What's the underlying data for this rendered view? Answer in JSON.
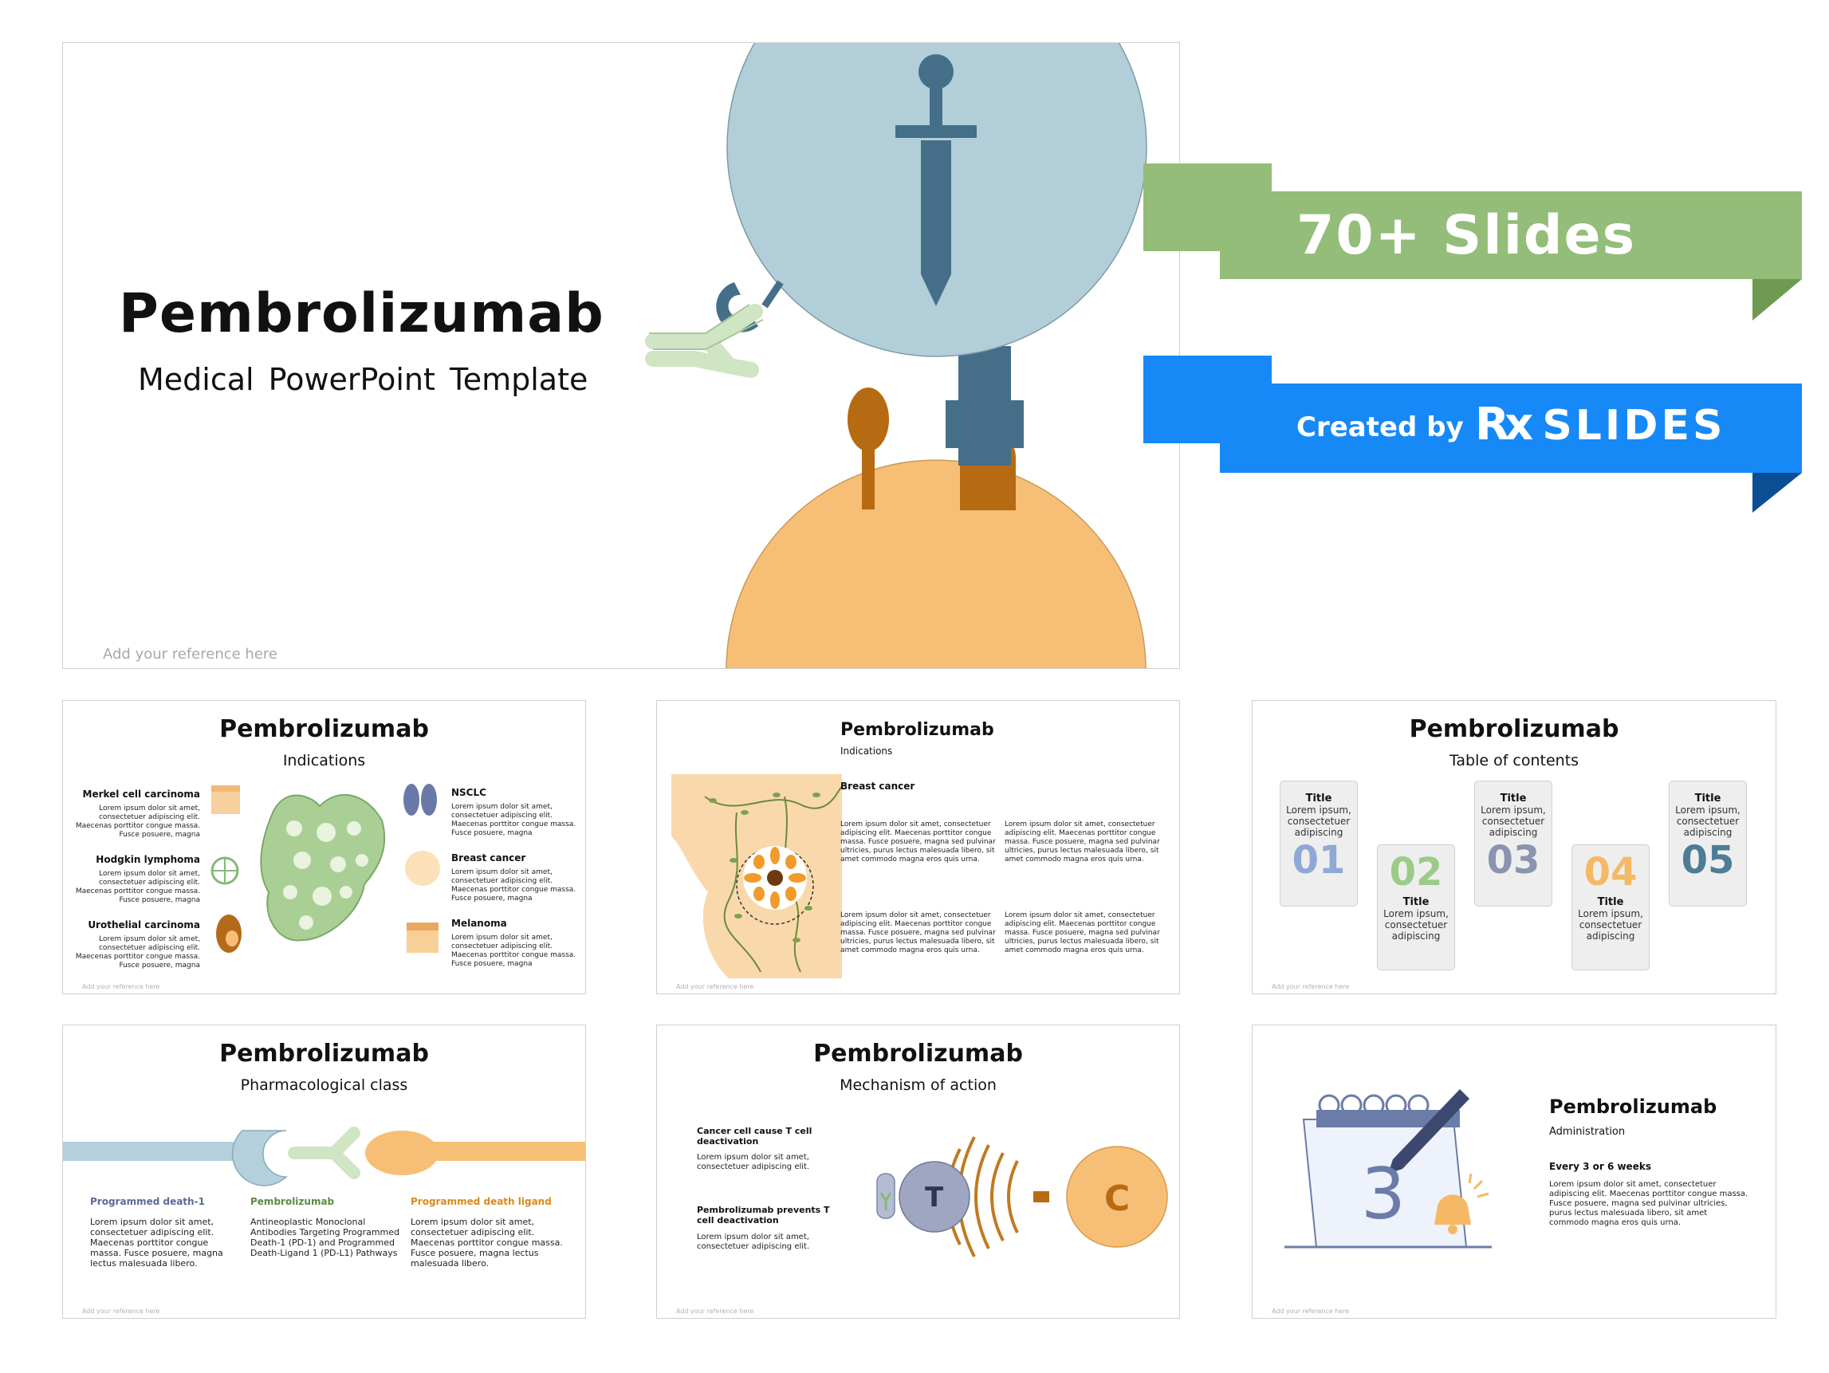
{
  "hero": {
    "title": "Pembrolizumab",
    "subtitle": "Medical PowerPoint Template",
    "reference": "Add your reference here"
  },
  "banner_slides": {
    "text": "70+ Slides",
    "color": "#93bd78",
    "shadow": "#6e9a52"
  },
  "banner_created": {
    "text": "Created by",
    "logo_rx": "Rx",
    "logo_text": "SLIDES",
    "color": "#1689f7",
    "shadow": "#0c4e93"
  },
  "thumb_indications": {
    "title": "Pembrolizumab",
    "subtitle": "Indications",
    "reference": "Add your reference here",
    "left": [
      {
        "name": "Merkel cell carcinoma",
        "text": "Lorem ipsum dolor sit amet, consectetuer adipiscing elit. Maecenas porttitor congue massa. Fusce posuere, magna"
      },
      {
        "name": "Hodgkin lymphoma",
        "text": "Lorem ipsum dolor sit amet, consectetuer adipiscing elit. Maecenas porttitor congue massa. Fusce posuere, magna"
      },
      {
        "name": "Urothelial carcinoma",
        "text": "Lorem ipsum dolor sit amet, consectetuer adipiscing elit. Maecenas porttitor congue massa. Fusce posuere, magna"
      }
    ],
    "right": [
      {
        "name": "NSCLC",
        "text": "Lorem ipsum dolor sit amet, consectetuer adipiscing elit. Maecenas porttitor congue massa. Fusce posuere, magna"
      },
      {
        "name": "Breast cancer",
        "text": "Lorem ipsum dolor sit amet, consectetuer adipiscing elit. Maecenas porttitor congue massa. Fusce posuere, magna"
      },
      {
        "name": "Melanoma",
        "text": "Lorem ipsum dolor sit amet, consectetuer adipiscing elit. Maecenas porttitor congue massa. Fusce posuere, magna"
      }
    ]
  },
  "thumb_breast": {
    "title": "Pembrolizumab",
    "subtitle": "Indications",
    "heading": "Breast cancer",
    "reference": "Add your reference here",
    "p1": "Lorem ipsum dolor sit amet, consectetuer adipiscing elit. Maecenas porttitor congue massa. Fusce posuere, magna sed pulvinar ultricies, purus lectus malesuada libero, sit amet commodo magna eros quis urna.",
    "p2": "Lorem ipsum dolor sit amet, consectetuer adipiscing elit. Maecenas porttitor congue massa. Fusce posuere, magna sed pulvinar ultricies, purus lectus malesuada libero, sit amet commodo magna eros quis urna.",
    "p3": "Lorem ipsum dolor sit amet, consectetuer adipiscing elit. Maecenas porttitor congue massa. Fusce posuere, magna sed pulvinar ultricies, purus lectus malesuada libero, sit amet commodo magna eros quis urna.",
    "p4": "Lorem ipsum dolor sit amet, consectetuer adipiscing elit. Maecenas porttitor congue massa. Fusce posuere, magna sed pulvinar ultricies, purus lectus malesuada libero, sit amet commodo magna eros quis urna."
  },
  "thumb_toc": {
    "title": "Pembrolizumab",
    "subtitle": "Table of contents",
    "reference": "Add your reference here",
    "cards": [
      {
        "title": "Title",
        "text": "Lorem ipsum, consectetuer adipiscing",
        "number": "01",
        "color": "#8fa8d6"
      },
      {
        "title": "Title",
        "text": "Lorem ipsum, consectetuer adipiscing",
        "number": "02",
        "color": "#9ccb88"
      },
      {
        "title": "Title",
        "text": "Lorem ipsum, consectetuer adipiscing",
        "number": "03",
        "color": "#8a94ae"
      },
      {
        "title": "Title",
        "text": "Lorem ipsum, consectetuer adipiscing",
        "number": "04",
        "color": "#f5b965"
      },
      {
        "title": "Title",
        "text": "Lorem ipsum, consectetuer adipiscing",
        "number": "05",
        "color": "#4c7d94"
      }
    ]
  },
  "thumb_pharm": {
    "title": "Pembrolizumab",
    "subtitle": "Pharmacological class",
    "reference": "Add your reference here",
    "cols": [
      {
        "heading": "Programmed death-1",
        "color": "#5a6a98",
        "text": "Lorem ipsum dolor sit amet, consectetuer adipiscing elit. Maecenas porttitor congue massa. Fusce posuere, magna lectus malesuada libero."
      },
      {
        "heading": "Pembrolizumab",
        "color": "#5b8a3c",
        "text": "Antineoplastic Monoclonal Antibodies Targeting Programmed Death-1 (PD-1) and Programmed Death-Ligand 1 (PD-L1) Pathways"
      },
      {
        "heading": "Programmed death ligand",
        "color": "#d98a1b",
        "text": "Lorem ipsum dolor sit amet, consectetuer adipiscing elit. Maecenas porttitor congue massa. Fusce posuere, magna lectus malesuada libero."
      }
    ]
  },
  "thumb_moa": {
    "title": "Pembrolizumab",
    "subtitle": "Mechanism of action",
    "reference": "Add your reference here",
    "h1": "Cancer cell cause T cell deactivation",
    "t1": "Lorem ipsum dolor sit amet, consectetuer adipiscing elit.",
    "h2": "Pembrolizumab prevents T cell deactivation",
    "t2": "Lorem ipsum dolor sit amet, consectetuer adipiscing elit.",
    "t_label": "T",
    "c_label": "C"
  },
  "thumb_admin": {
    "title": "Pembrolizumab",
    "subtitle": "Administration",
    "heading": "Every 3 or 6 weeks",
    "reference": "Add your reference here",
    "text": "Lorem ipsum dolor sit amet, consectetuer adipiscing elit. Maecenas porttitor congue massa. Fusce posuere, magna sed pulvinar ultricies, purus lectus malesuada libero, sit amet commodo magna eros quis urna.",
    "calendar_number": "3"
  }
}
